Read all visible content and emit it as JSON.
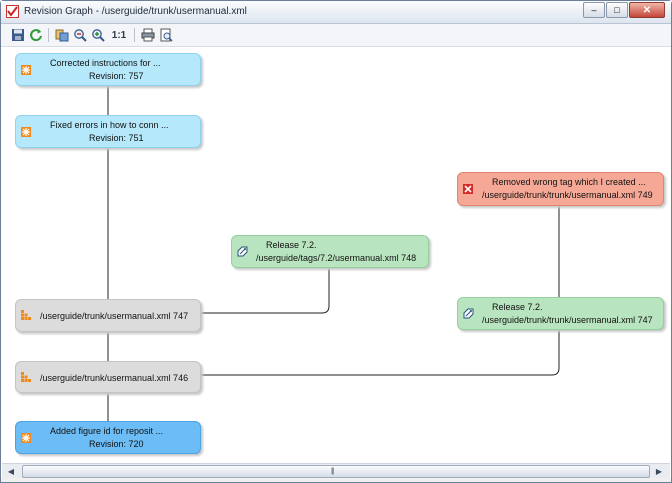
{
  "window": {
    "title": "Revision Graph - /userguide/trunk/usermanual.xml",
    "minimize": "–",
    "maximize": "□",
    "close": "✕"
  },
  "toolbar": {
    "zoom_reset_label": "1:1",
    "buttons": [
      "save-icon",
      "refresh-icon",
      "copy-icon",
      "zoom-out-icon",
      "zoom-in-icon",
      "zoom-reset",
      "print-icon",
      "print-preview-icon"
    ]
  },
  "nodes": [
    {
      "id": "n757",
      "line1": "Corrected instructions for ...",
      "line2": "Revision: 757",
      "color": "#b5e8fb",
      "icon": "modified-icon"
    },
    {
      "id": "n751",
      "line1": "Fixed errors in how to conn ...",
      "line2": "Revision: 751",
      "color": "#b5e8fb",
      "icon": "modified-icon"
    },
    {
      "id": "n749",
      "line1": "Removed wrong tag which I created ...",
      "line2": "/userguide/trunk/trunk/usermanual.xml 749",
      "color": "#f5a896",
      "icon": "deleted-icon"
    },
    {
      "id": "n748",
      "line1": "Release 7.2.",
      "line2": "/userguide/tags/7.2/usermanual.xml 748",
      "color": "#b8e4bf",
      "icon": "tag-icon"
    },
    {
      "id": "n747",
      "line1": "",
      "line2": "/userguide/trunk/usermanual.xml 747",
      "color": "#dcdcdc",
      "icon": "copy-source-icon"
    },
    {
      "id": "n747b",
      "line1": "Release 7.2.",
      "line2": "/userguide/trunk/trunk/usermanual.xml 747",
      "color": "#b8e4bf",
      "icon": "tag-icon"
    },
    {
      "id": "n746",
      "line1": "",
      "line2": "/userguide/trunk/usermanual.xml 746",
      "color": "#dcdcdc",
      "icon": "copy-source-icon"
    },
    {
      "id": "n720",
      "line1": "Added figure id for reposit ...",
      "line2": "Revision: 720",
      "color": "#6cbcf5",
      "icon": "added-icon"
    }
  ],
  "scrollbar": {
    "left_arrow": "◀",
    "right_arrow": "▶",
    "grip": "|||"
  }
}
